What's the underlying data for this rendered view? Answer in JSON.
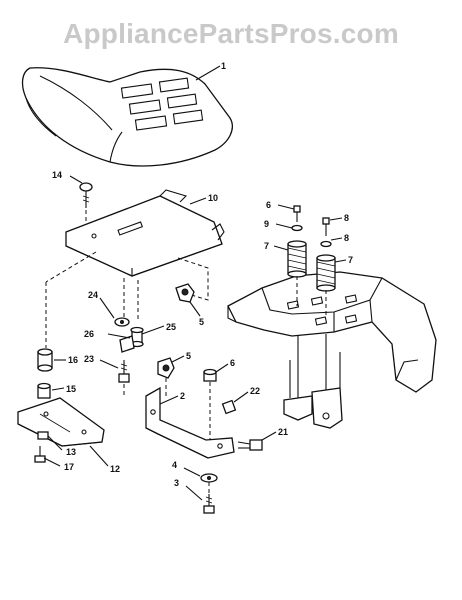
{
  "watermark": "AppliancePartsPros.com",
  "callouts": [
    {
      "id": "c1",
      "text": "1"
    },
    {
      "id": "c14",
      "text": "14"
    },
    {
      "id": "c10",
      "text": "10"
    },
    {
      "id": "c8a",
      "text": "8"
    },
    {
      "id": "c9",
      "text": "9"
    },
    {
      "id": "c7a",
      "text": "7"
    },
    {
      "id": "c8b",
      "text": "8"
    },
    {
      "id": "c6a",
      "text": "6"
    },
    {
      "id": "c7b",
      "text": "7"
    },
    {
      "id": "c24",
      "text": "24"
    },
    {
      "id": "c5a",
      "text": "5"
    },
    {
      "id": "c26",
      "text": "26"
    },
    {
      "id": "c25",
      "text": "25"
    },
    {
      "id": "c16",
      "text": "16"
    },
    {
      "id": "c23",
      "text": "23"
    },
    {
      "id": "c5b",
      "text": "5"
    },
    {
      "id": "c6b",
      "text": "6"
    },
    {
      "id": "c15",
      "text": "15"
    },
    {
      "id": "c2",
      "text": "2"
    },
    {
      "id": "c22",
      "text": "22"
    },
    {
      "id": "c12",
      "text": "12"
    },
    {
      "id": "c13",
      "text": "13"
    },
    {
      "id": "c17",
      "text": "17"
    },
    {
      "id": "c21",
      "text": "21"
    },
    {
      "id": "c4",
      "text": "4"
    },
    {
      "id": "c3",
      "text": "3"
    }
  ]
}
